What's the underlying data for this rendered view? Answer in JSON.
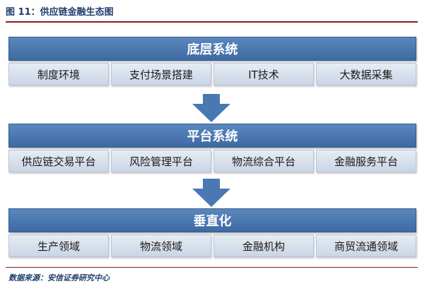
{
  "figure_title": "图 11：供应链金融生态图",
  "source": "数据来源：安信证券研究中心",
  "colors": {
    "header": "#4a78b3",
    "item": "#d6dfeb",
    "arrow": "#4a78b3",
    "rule": "#8a1f1f"
  },
  "layers": [
    {
      "title": "底层系统",
      "items": [
        "制度环境",
        "支付场景搭建",
        "IT技术",
        "大数据采集"
      ]
    },
    {
      "title": "平台系统",
      "items": [
        "供应链交易平台",
        "风险管理平台",
        "物流综合平台",
        "金融服务平台"
      ]
    },
    {
      "title": "垂直化",
      "items": [
        "生产领域",
        "物流领域",
        "金融机构",
        "商贸流通领域"
      ]
    }
  ]
}
